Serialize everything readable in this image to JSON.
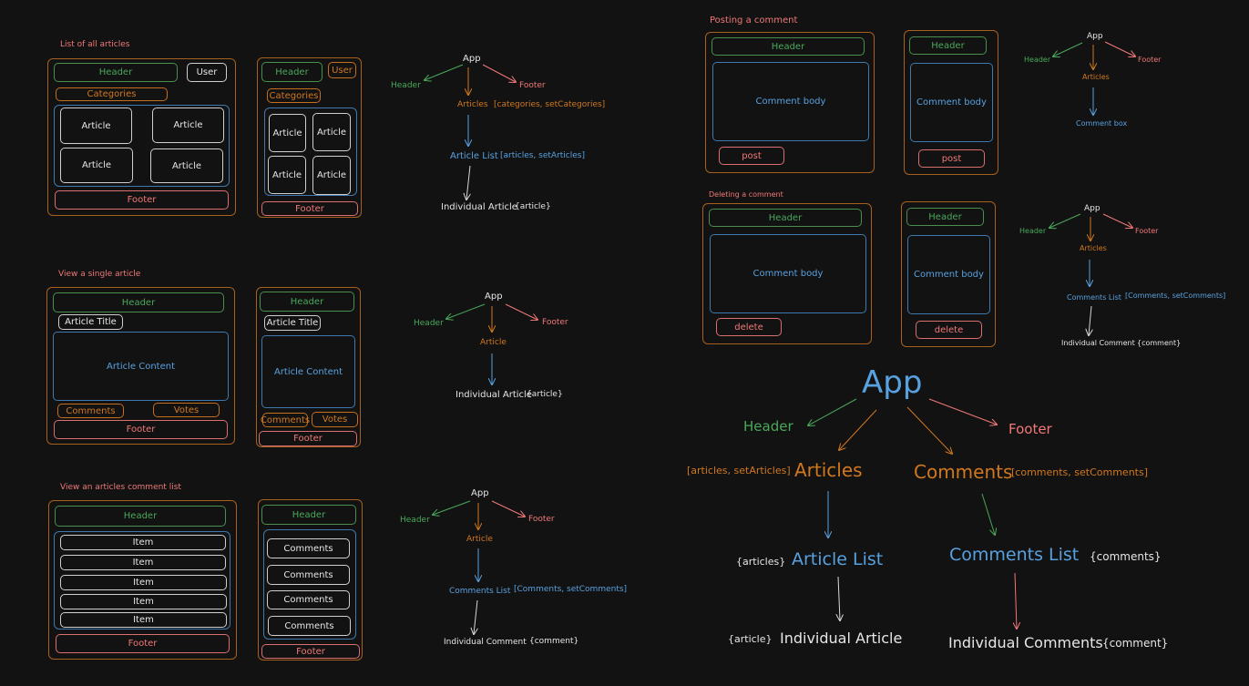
{
  "sections": {
    "list_articles": "List of all articles",
    "single_article": "View a single article",
    "comment_list": "View an articles comment list",
    "post_comment": "Posting a comment",
    "delete_comment": "Deleting a comment"
  },
  "w": {
    "header": "Header",
    "user": "User",
    "categories": "Categories",
    "article": "Article",
    "footer": "Footer",
    "article_title": "Article Title",
    "article_content": "Article Content",
    "comments": "Comments",
    "votes": "Votes",
    "item": "Item",
    "comment_body": "Comment body",
    "post": "post",
    "delete": "delete"
  },
  "tree1": {
    "app": "App",
    "header": "Header",
    "footer": "Footer",
    "articles": "Articles",
    "articles_state": "[categories, setCategories]",
    "article_list": "Article List",
    "article_list_state": "[articles, setArticles]",
    "individual": "Individual Article",
    "individual_prop": "{article}"
  },
  "tree2": {
    "app": "App",
    "header": "Header",
    "footer": "Footer",
    "article": "Article",
    "individual": "Individual Article",
    "individual_prop": "{article}"
  },
  "tree3": {
    "app": "App",
    "header": "Header",
    "footer": "Footer",
    "article": "Article",
    "comments_list": "Comments List",
    "comments_state": "[Comments, setComments]",
    "individual": "Individual Comment",
    "individual_prop": "{comment}"
  },
  "tree4": {
    "app": "App",
    "header": "Header",
    "footer": "Footer",
    "articles": "Articles",
    "comment_box": "Comment box"
  },
  "tree5": {
    "app": "App",
    "header": "Header",
    "footer": "Footer",
    "articles": "Articles",
    "comments_list": "Comments List",
    "comments_state": "[Comments, setComments]",
    "individual": "Individual Comment",
    "individual_prop": "{comment}"
  },
  "main": {
    "app": "App",
    "header": "Header",
    "footer": "Footer",
    "articles": "Articles",
    "articles_state": "[articles, setArticles]",
    "comments": "Comments",
    "comments_state": "[comments, setComments]",
    "article_list": "Article List",
    "articles_prop": "{articles}",
    "comments_list": "Comments List",
    "comments_prop": "{comments}",
    "individual_article": "Individual Article",
    "article_prop": "{article}",
    "individual_comments": "Individual Comments",
    "comment_prop": "{comment}"
  },
  "colors": {
    "green": "#4aa85a",
    "orange": "#d1781f",
    "red": "#f07878",
    "white": "#e6e6e6",
    "blue": "#58a1e0"
  }
}
